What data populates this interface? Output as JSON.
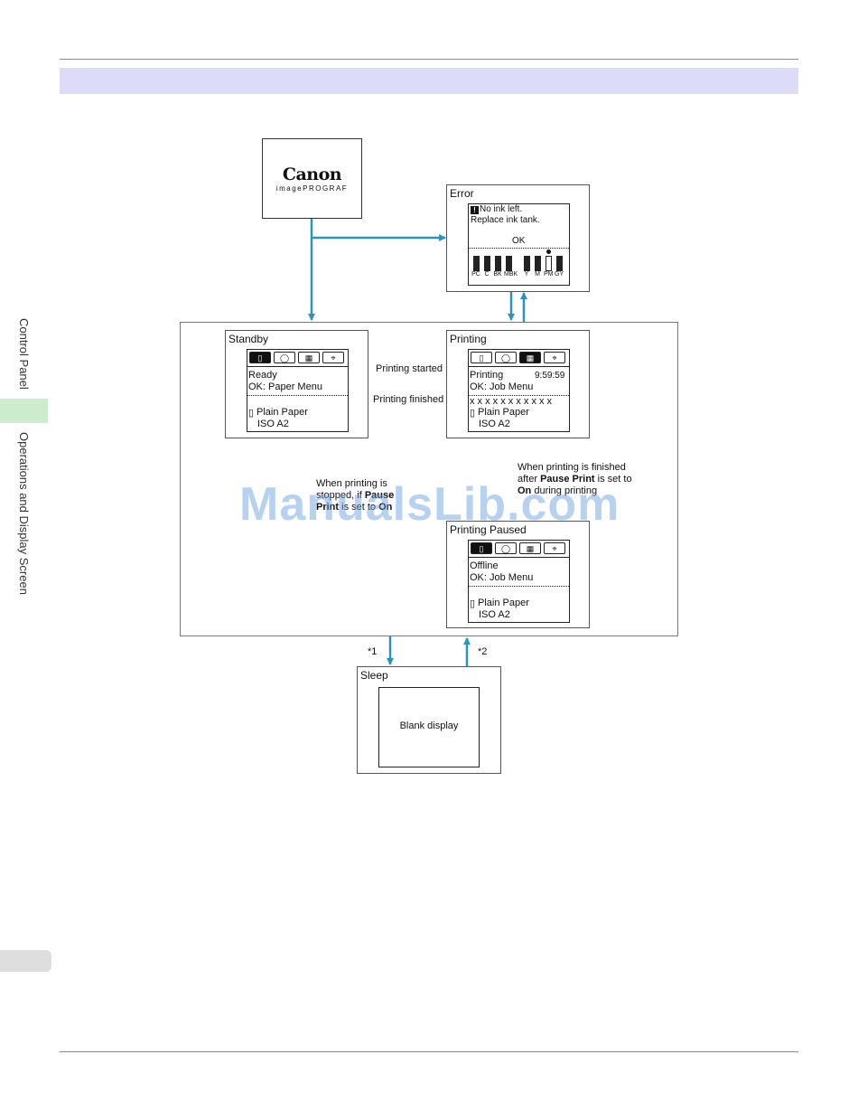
{
  "side": {
    "chapter": "Control Panel",
    "section": "Operations and Display Screen"
  },
  "logo": {
    "brand": "Canon",
    "model": "imagePROGRAF"
  },
  "error_box": {
    "title": "Error",
    "line1": "No ink left.",
    "line2": "Replace ink tank.",
    "ok": "OK",
    "inks": [
      "PC",
      "C",
      "BK",
      "MBK",
      "Y",
      "M",
      "PM",
      "GY"
    ]
  },
  "standby": {
    "title": "Standby",
    "status": "Ready",
    "ok": "OK: Paper Menu",
    "paper": "Plain Paper",
    "size": "ISO A2"
  },
  "printing": {
    "title": "Printing",
    "status": "Printing",
    "time": "9:59:59",
    "ok": "OK: Job Menu",
    "job": "x x x x x x x x x x x",
    "paper": "Plain Paper",
    "size": "ISO A2"
  },
  "paused": {
    "title": "Printing Paused",
    "status": "Offline",
    "ok": "OK: Job Menu",
    "paper": "Plain Paper",
    "size": "ISO A2"
  },
  "sleep": {
    "title": "Sleep",
    "display": "Blank display"
  },
  "transitions": {
    "started": "Printing started",
    "finished": "Printing finished",
    "stopped_1": "When printing is",
    "stopped_2": "stopped, if",
    "stopped_3": "Pause",
    "stopped_4": "Print",
    "stopped_5": "is set to",
    "stopped_6": "On",
    "paused_1": "When printing is finished",
    "paused_2": "after",
    "paused_3": "Pause Print",
    "paused_4": "is set to",
    "paused_5": "On",
    "paused_6": "during printing",
    "note1": "*1",
    "note2": "*2"
  },
  "watermark": "ManualsLib.com",
  "colors": {
    "arrow": "#2a93c0",
    "band": "#dcdcf8",
    "side_tab": "#cdeccd"
  }
}
